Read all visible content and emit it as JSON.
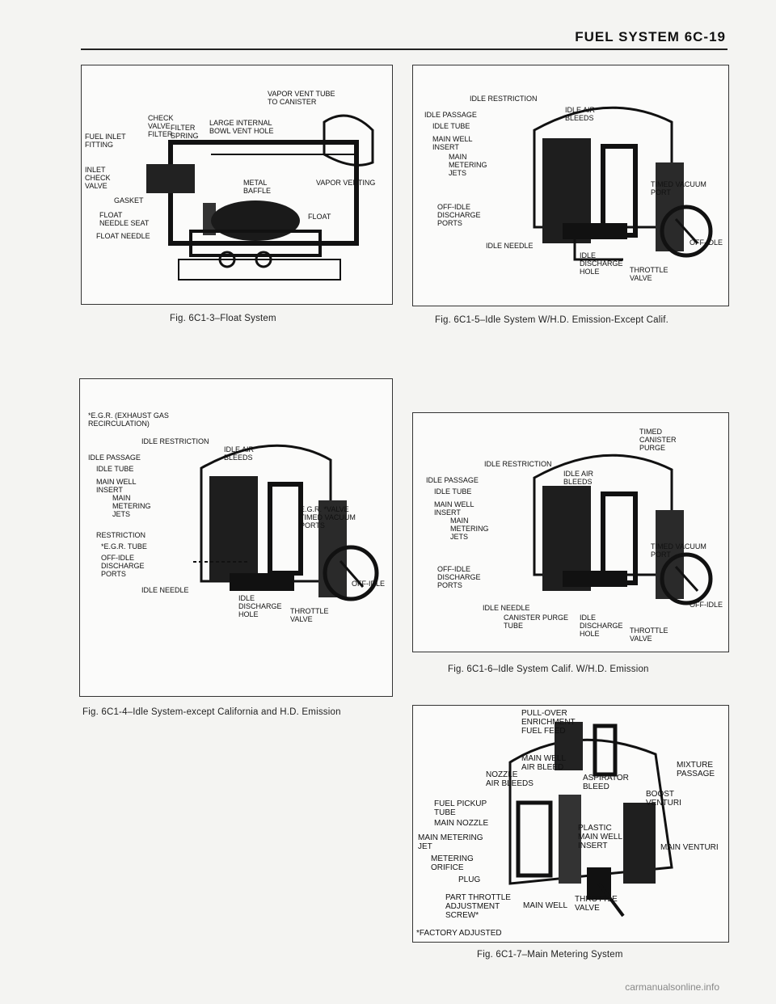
{
  "header": {
    "title": "FUEL SYSTEM   6C-19"
  },
  "fig3": {
    "caption": "Fig. 6C1-3–Float System",
    "labels": {
      "vapor_vent_tube": "VAPOR VENT TUBE\nTO CANISTER",
      "check_valve_filter": "CHECK\nVALVE\nFILTER",
      "filter_spring": "FILTER\nSPRING",
      "fuel_inlet_fitting": "FUEL INLET\nFITTING",
      "large_internal": "LARGE INTERNAL\nBOWL VENT HOLE",
      "inlet_check_valve": "INLET\nCHECK\nVALVE",
      "metal_baffle": "METAL\nBAFFLE",
      "vapor_venting": "VAPOR VENTING",
      "gasket": "GASKET",
      "float_needle_seat": "FLOAT\nNEEDLE SEAT",
      "float": "FLOAT",
      "float_needle": "FLOAT NEEDLE"
    }
  },
  "fig5": {
    "caption": "Fig. 6C1-5–Idle System W/H.D. Emission-Except Calif.",
    "labels": {
      "idle_restriction": "IDLE RESTRICTION",
      "idle_air_bleeds": "IDLE AIR\nBLEEDS",
      "idle_passage": "IDLE PASSAGE",
      "idle_tube": "IDLE TUBE",
      "main_well_insert": "MAIN WELL\nINSERT",
      "main_metering_jets": "MAIN\nMETERING\nJETS",
      "timed_vacuum_port": "TIMED VACUUM\nPORT",
      "off_idle_discharge": "OFF-IDLE\nDISCHARGE\nPORTS",
      "off_idle": "OFF-IDLE",
      "idle_needle": "IDLE NEEDLE",
      "idle_discharge_hole": "IDLE\nDISCHARGE\nHOLE",
      "throttle_valve": "THROTTLE\nVALVE"
    }
  },
  "fig4": {
    "caption": "Fig. 6C1-4–Idle System-except California and H.D. Emission",
    "labels": {
      "egr_note": "*E.G.R. (EXHAUST GAS\nRECIRCULATION)",
      "idle_restriction": "IDLE RESTRICTION",
      "idle_air_bleeds": "IDLE AIR\nBLEEDS",
      "idle_passage": "IDLE PASSAGE",
      "idle_tube": "IDLE TUBE",
      "main_well_insert": "MAIN WELL\nINSERT",
      "main_metering_jets": "MAIN\nMETERING\nJETS",
      "egr_valve": "E.G.R. *VALVE\nTIMED VACUUM\nPORTS",
      "restriction": "RESTRICTION",
      "egr_tube": "*E.G.R. TUBE",
      "off_idle_discharge": "OFF-IDLE\nDISCHARGE\nPORTS",
      "off_idle": "OFF-IDLE",
      "idle_needle": "IDLE NEEDLE",
      "idle_discharge_hole": "IDLE\nDISCHARGE\nHOLE",
      "throttle_valve": "THROTTLE\nVALVE"
    }
  },
  "fig6": {
    "caption": "Fig. 6C1-6–Idle System Calif. W/H.D. Emission",
    "labels": {
      "timed_canister_purge": "TIMED\nCANISTER\nPURGE",
      "idle_restriction": "IDLE RESTRICTION",
      "idle_air_bleeds": "IDLE AIR\nBLEEDS",
      "idle_passage": "IDLE PASSAGE",
      "idle_tube": "IDLE TUBE",
      "main_well_insert": "MAIN WELL\nINSERT",
      "main_metering_jets": "MAIN\nMETERING\nJETS",
      "timed_vacuum_port": "TIMED VACUUM\nPORT",
      "off_idle_discharge": "OFF-IDLE\nDISCHARGE\nPORTS",
      "off_idle": "OFF-IDLE",
      "idle_needle": "IDLE NEEDLE",
      "canister_purge_tube": "CANISTER PURGE\nTUBE",
      "idle_discharge_hole": "IDLE\nDISCHARGE\nHOLE",
      "throttle_valve": "THROTTLE\nVALVE"
    }
  },
  "fig7": {
    "caption": "Fig. 6C1-7–Main Metering System",
    "labels": {
      "pullover": "PULL-OVER\nENRICHMENT\nFUEL FEED",
      "main_well_air_bleed": "MAIN WELL\nAIR BLEED",
      "mixture_passage": "MIXTURE\nPASSAGE",
      "nozzle_air_bleeds": "NOZZLE\nAIR BLEEDS",
      "aspirator_bleed": "ASPIRATOR\nBLEED",
      "boost_venturi": "BOOST\nVENTURI",
      "fuel_pickup_tube": "FUEL PICKUP\nTUBE",
      "main_nozzle": "MAIN NOZZLE",
      "plastic_insert": "PLASTIC\nMAIN WELL\nINSERT",
      "main_metering_jet": "MAIN METERING\nJET",
      "main_venturi": "MAIN VENTURI",
      "metering_orifice": "METERING\nORIFICE",
      "plug": "PLUG",
      "part_throttle": "PART THROTTLE\nADJUSTMENT\nSCREW*",
      "main_well": "MAIN WELL",
      "throttle_valve": "THROTTLE\nVALVE",
      "factory_adjusted": "*FACTORY ADJUSTED"
    }
  },
  "footer": {
    "watermark": "carmanualsonline.info"
  }
}
